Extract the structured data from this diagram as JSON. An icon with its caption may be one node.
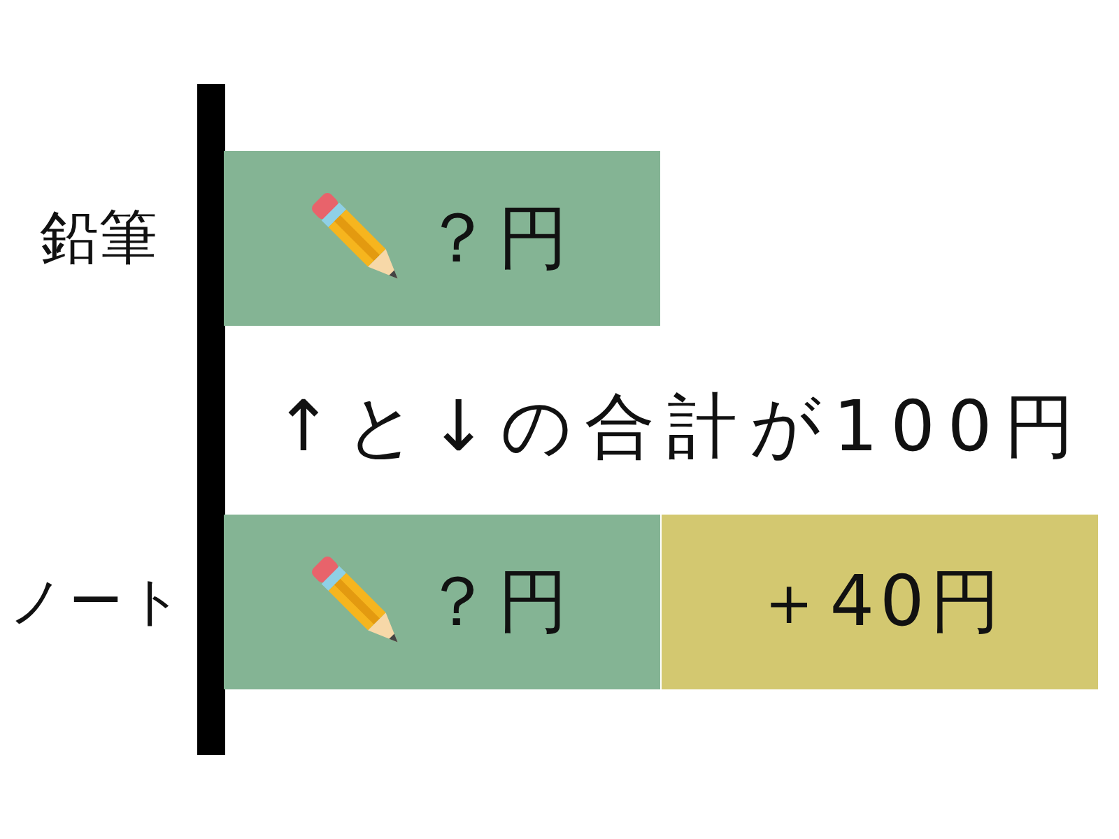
{
  "diagram": {
    "nodes": [
      {
        "text": [],
        "shape": "bar"
      },
      {
        "text": [
          "？円"
        ],
        "beside": [
          "鉛筆"
        ]
      },
      {
        "text": [
          "？円"
        ],
        "beside": [
          "ノート"
        ]
      },
      {
        "text": [
          "＋40円"
        ]
      }
    ],
    "labels": [
      "↑と↓の合計が100円"
    ]
  }
}
